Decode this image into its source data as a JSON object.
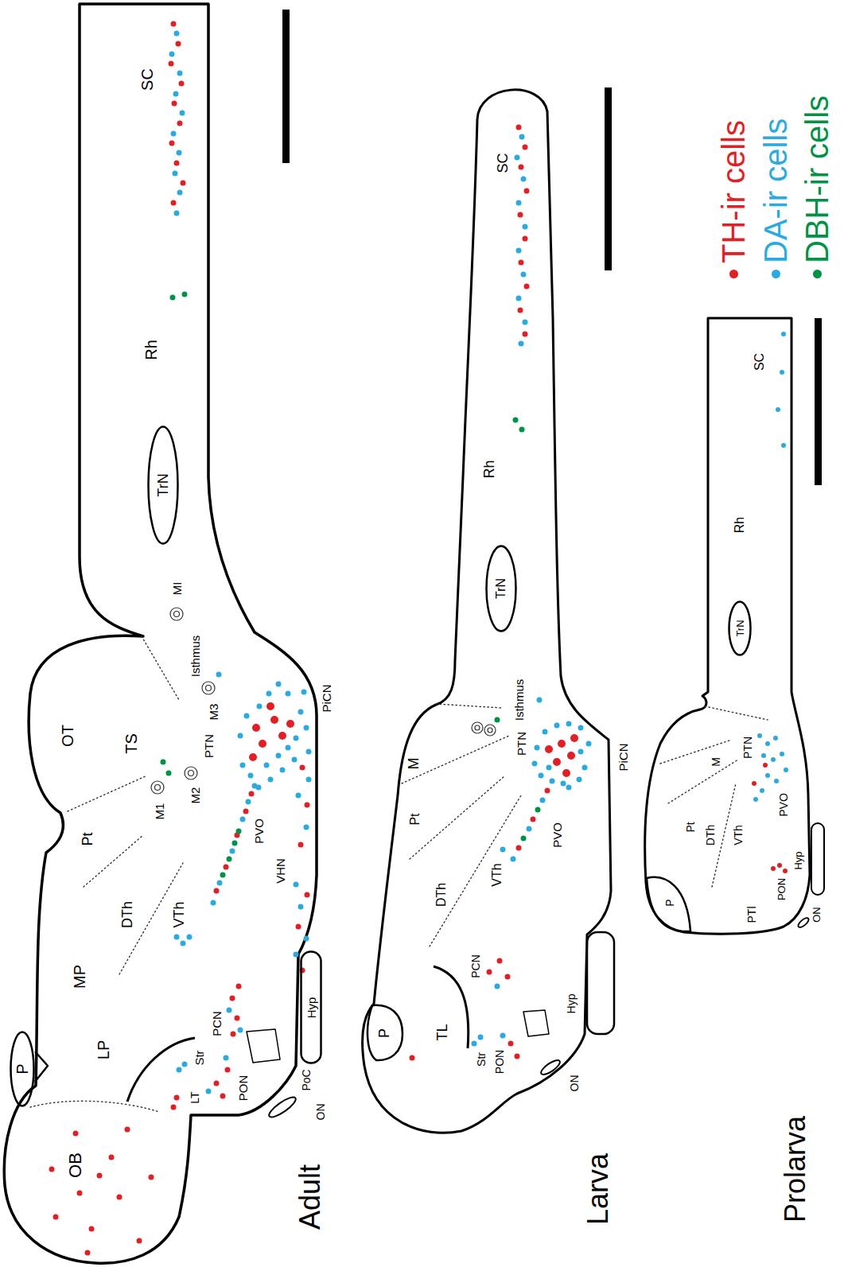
{
  "diagram": {
    "nodes": [
      {
        "text": [
          "P"
        ]
      },
      {
        "text": [
          "Hyp"
        ]
      },
      {
        "text": [
          "TrN"
        ]
      },
      {
        "text": [
          "P"
        ]
      },
      {
        "text": [
          "TrN"
        ]
      },
      {
        "text": [
          "P"
        ]
      },
      {
        "text": [
          "TrN"
        ]
      }
    ],
    "labels": [
      "OB",
      "LP",
      "MP",
      "LT",
      "Str",
      "PON",
      "PCN",
      "PoC",
      "ON",
      "VHN",
      "VTh",
      "DTh",
      "Pt",
      "OT",
      "TS",
      "M1",
      "M2",
      "M3",
      "PTN",
      "PVO",
      "PiCN",
      "Isthmus",
      "MI",
      "Rh",
      "SC",
      "Adult",
      "TL",
      "Str",
      "PON",
      "ON",
      "Hyp",
      "PCN",
      "VTh",
      "DTh",
      "Pt",
      "M",
      "PTN",
      "PVO",
      "PiCN",
      "Isthmus",
      "Rh",
      "SC",
      "Larva",
      "M",
      "Pt",
      "DTh",
      "VTh",
      "PTN",
      "PVO",
      "PTl",
      "PON",
      "Hyp",
      "ON",
      "Rh",
      "SC",
      "Prolarva"
    ],
    "legend": [
      {
        "text": "TH-ir cells",
        "color": "#e31e24"
      },
      {
        "text": "DA-ir cells",
        "color": "#29abe2"
      },
      {
        "text": "DBH-ir cells",
        "color": "#009245"
      }
    ]
  }
}
